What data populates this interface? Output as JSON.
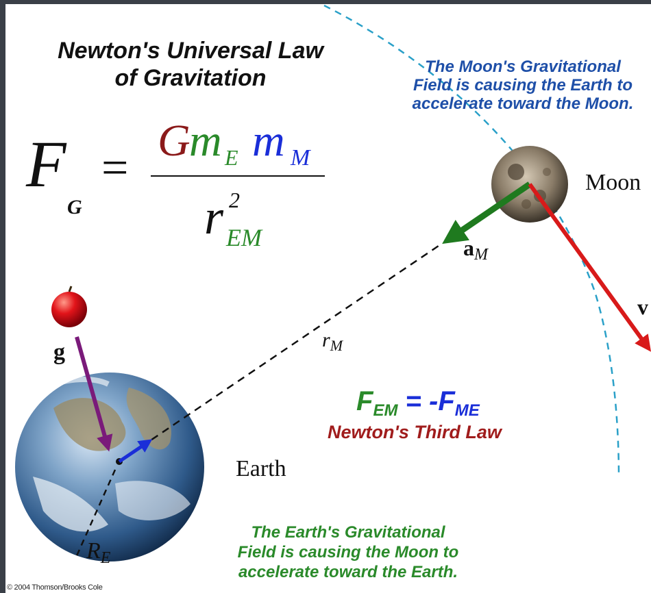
{
  "title": "Newton's Universal Law\nof Gravitation",
  "formula": {
    "lhs_symbol": "F",
    "lhs_subscript": "G",
    "equals": "=",
    "numerator_G": "G",
    "numerator_mE": "m",
    "numerator_mE_sub": "E",
    "numerator_mM": "m",
    "numerator_mM_sub": "M",
    "denominator_r": "r",
    "denominator_exp": "2",
    "denominator_sub": "EM"
  },
  "moon_field_text": "The Moon's Gravitational\nField is causing the Earth to\naccelerate toward the Moon.",
  "earth_field_text": "The Earth's Gravitational\nField is causing the Moon to\naccelerate toward the Earth.",
  "labels": {
    "moon": "Moon",
    "earth": "Earth",
    "a": "a",
    "a_sub": "M",
    "v": "v",
    "r": "r",
    "r_sub": "M",
    "g": "g",
    "R": "R",
    "R_sub": "E"
  },
  "third_law": {
    "lhs": "F",
    "lhs_sub": "EM",
    "op": " = -",
    "rhs": "F",
    "rhs_sub": "ME",
    "caption": "Newton's Third Law"
  },
  "copyright": "© 2004 Thomson/Brooks Cole",
  "colors": {
    "G_red": "#8b1a1a",
    "green": "#2a8a2a",
    "blue": "#1a2ed8",
    "field_blue": "#1e4fa8",
    "dashed_cyan": "#2aa0c8",
    "arrow_red": "#d81a1a",
    "arrow_green": "#1f7a1f",
    "arrow_purple": "#7a1a7a"
  }
}
